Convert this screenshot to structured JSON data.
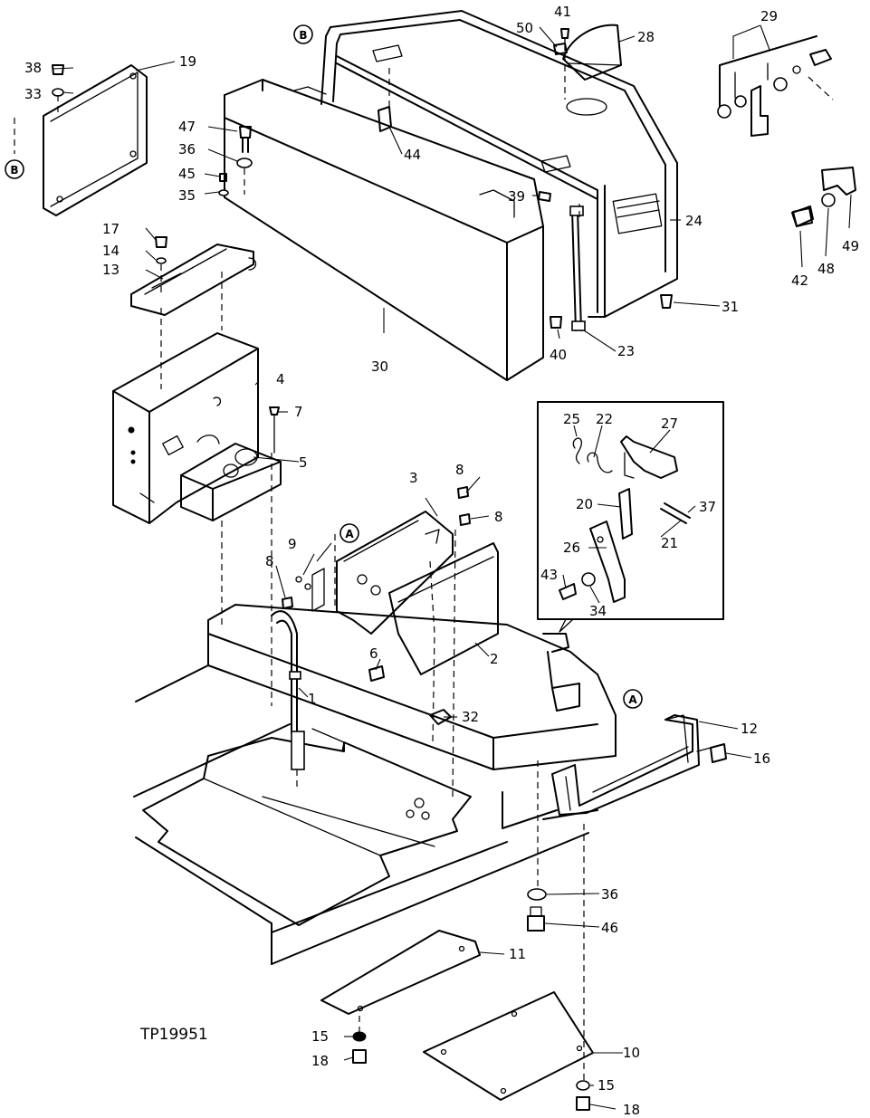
{
  "drawing_code": "TP19951",
  "reference_markers": [
    {
      "id": "ref-a-top",
      "letter": "A"
    },
    {
      "id": "ref-a-right",
      "letter": "A"
    },
    {
      "id": "ref-b-top",
      "letter": "B"
    },
    {
      "id": "ref-b-left",
      "letter": "B"
    }
  ],
  "callouts": [
    {
      "id": "c1",
      "label": "1"
    },
    {
      "id": "c2",
      "label": "2"
    },
    {
      "id": "c3",
      "label": "3"
    },
    {
      "id": "c4",
      "label": "4"
    },
    {
      "id": "c5",
      "label": "5"
    },
    {
      "id": "c6",
      "label": "6"
    },
    {
      "id": "c7",
      "label": "7"
    },
    {
      "id": "c8a",
      "label": "8"
    },
    {
      "id": "c8b",
      "label": "8"
    },
    {
      "id": "c8c",
      "label": "8"
    },
    {
      "id": "c9",
      "label": "9"
    },
    {
      "id": "c10",
      "label": "10"
    },
    {
      "id": "c11",
      "label": "11"
    },
    {
      "id": "c12",
      "label": "12"
    },
    {
      "id": "c13",
      "label": "13"
    },
    {
      "id": "c14",
      "label": "14"
    },
    {
      "id": "c15a",
      "label": "15"
    },
    {
      "id": "c15b",
      "label": "15"
    },
    {
      "id": "c16",
      "label": "16"
    },
    {
      "id": "c17",
      "label": "17"
    },
    {
      "id": "c18a",
      "label": "18"
    },
    {
      "id": "c18b",
      "label": "18"
    },
    {
      "id": "c19",
      "label": "19"
    },
    {
      "id": "c20",
      "label": "20"
    },
    {
      "id": "c21",
      "label": "21"
    },
    {
      "id": "c22",
      "label": "22"
    },
    {
      "id": "c23",
      "label": "23"
    },
    {
      "id": "c24",
      "label": "24"
    },
    {
      "id": "c25",
      "label": "25"
    },
    {
      "id": "c26",
      "label": "26"
    },
    {
      "id": "c27",
      "label": "27"
    },
    {
      "id": "c28",
      "label": "28"
    },
    {
      "id": "c29",
      "label": "29"
    },
    {
      "id": "c30",
      "label": "30"
    },
    {
      "id": "c31",
      "label": "31"
    },
    {
      "id": "c32",
      "label": "32"
    },
    {
      "id": "c33",
      "label": "33"
    },
    {
      "id": "c34",
      "label": "34"
    },
    {
      "id": "c35",
      "label": "35"
    },
    {
      "id": "c36a",
      "label": "36"
    },
    {
      "id": "c36b",
      "label": "36"
    },
    {
      "id": "c37",
      "label": "37"
    },
    {
      "id": "c38",
      "label": "38"
    },
    {
      "id": "c39",
      "label": "39"
    },
    {
      "id": "c40",
      "label": "40"
    },
    {
      "id": "c41",
      "label": "41"
    },
    {
      "id": "c42",
      "label": "42"
    },
    {
      "id": "c43",
      "label": "43"
    },
    {
      "id": "c44",
      "label": "44"
    },
    {
      "id": "c45",
      "label": "45"
    },
    {
      "id": "c46",
      "label": "46"
    },
    {
      "id": "c47",
      "label": "47"
    },
    {
      "id": "c48",
      "label": "48"
    },
    {
      "id": "c49",
      "label": "49"
    },
    {
      "id": "c50",
      "label": "50"
    }
  ]
}
